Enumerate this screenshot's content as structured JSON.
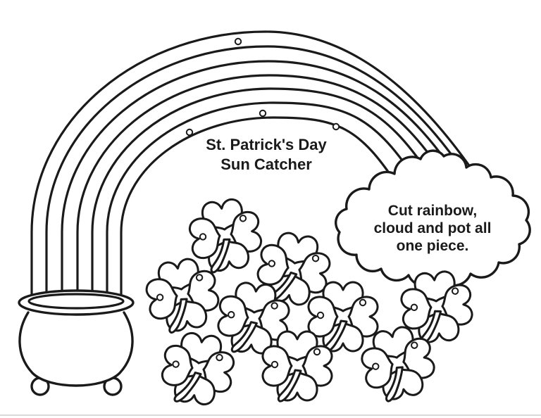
{
  "page": {
    "paper_color": "#ffffff",
    "ink_color": "#1a1a1a",
    "edge_shadow_color": "#d9d9d9"
  },
  "title": {
    "line1": "St. Patrick's Day",
    "line2": "Sun Catcher"
  },
  "cloud_note": {
    "line1": "Cut rainbow,",
    "line2": "cloud and pot all",
    "line3": "one piece."
  },
  "drawing": {
    "rainbow_line_count": 7,
    "rainbow_band_count": 6,
    "hanging_hole_count": 4,
    "shamrock_count": 9
  }
}
